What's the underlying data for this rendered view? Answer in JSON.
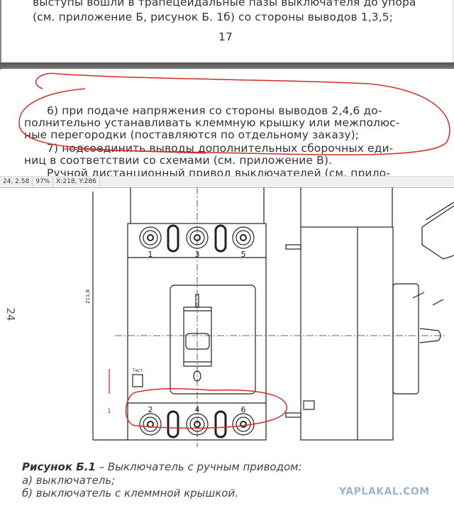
{
  "document": {
    "top_page": {
      "lines": [
        "выступы вошли в трапецеидальные пазы выключателя до упора",
        "(см. приложение Б, рисунок Б. 1б) со стороны выводов 1,3,5;"
      ],
      "page_number": "17"
    },
    "middle_page": {
      "lines": [
        "6) при подаче напряжения со стороны выводов 2,4,6 до-",
        "полнительно устанавливать клеммную крышку или межполюс-",
        "ные перегородки (поставляются по отдельному заказу);",
        "7) подсоединить выводы дополнительных сборочных еди-",
        "ниц в соответствии со схемами (см. приложение В).",
        "Ручной дистанционный привод выключателей (см. прило-"
      ]
    },
    "status_bar": {
      "size": "24, 2.58",
      "zoom": "97%",
      "cursor": "X:218, Y:286"
    },
    "drawing": {
      "page_number": "24",
      "dimension": "211,8",
      "top_terminals": [
        "1",
        "3",
        "5"
      ],
      "bottom_terminals": [
        "2",
        "4",
        "6"
      ],
      "test_label": "Тест",
      "annotation_mark": "1",
      "annotation_color": "#d42a2a"
    },
    "caption": {
      "title": "Рисунок Б.1",
      "dash": " – Выключатель с ручным приводом:",
      "item_a": "а) выключатель;",
      "item_b": "б) выключатель с клеммной крышкой."
    },
    "watermark": "YAPLAKAL.COM"
  }
}
